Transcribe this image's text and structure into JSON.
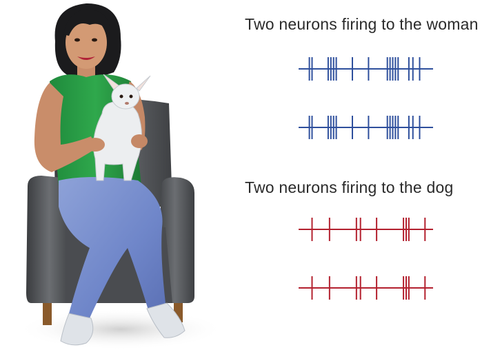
{
  "labels": {
    "woman": "Two neurons firing to the woman",
    "dog": "Two neurons firing to the dog"
  },
  "colors": {
    "woman_spikes": "#2e4f9c",
    "dog_spikes": "#b3202e"
  },
  "spike_trains": [
    {
      "group": "woman",
      "spikes": [
        0.08,
        0.1,
        0.22,
        0.24,
        0.26,
        0.28,
        0.4,
        0.52,
        0.66,
        0.68,
        0.7,
        0.72,
        0.74,
        0.82,
        0.85,
        0.9
      ]
    },
    {
      "group": "woman",
      "spikes": [
        0.08,
        0.1,
        0.22,
        0.24,
        0.26,
        0.28,
        0.4,
        0.52,
        0.66,
        0.68,
        0.7,
        0.72,
        0.74,
        0.82,
        0.85,
        0.9
      ]
    },
    {
      "group": "dog",
      "spikes": [
        0.1,
        0.23,
        0.43,
        0.46,
        0.58,
        0.78,
        0.8,
        0.82,
        0.94
      ]
    },
    {
      "group": "dog",
      "spikes": [
        0.1,
        0.23,
        0.43,
        0.46,
        0.58,
        0.78,
        0.8,
        0.82,
        0.94
      ]
    }
  ]
}
